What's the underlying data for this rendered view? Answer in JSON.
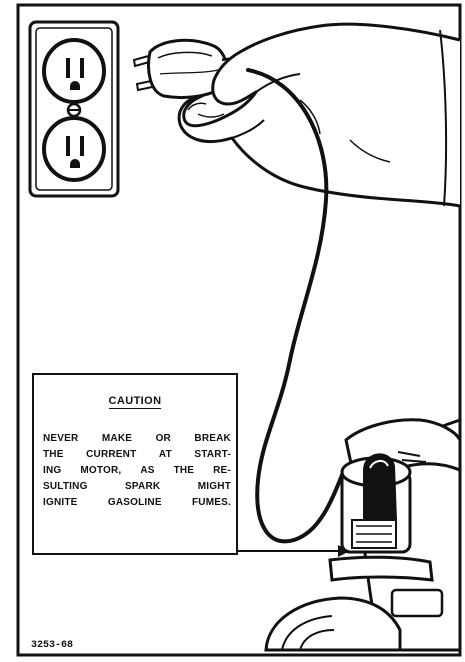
{
  "caution": {
    "title": "CAUTION",
    "lines": [
      [
        "NEVER",
        "MAKE",
        "OR",
        "BREAK"
      ],
      [
        "THE",
        "CURRENT",
        "AT",
        "START-"
      ],
      [
        "ING",
        "MOTOR,",
        "AS",
        "THE",
        "RE-"
      ],
      [
        "SULTING",
        "SPARK",
        "MIGHT"
      ],
      [
        "IGNITE",
        "GASOLINE",
        "FUMES."
      ]
    ]
  },
  "figure_code": "3253-68",
  "icons": {
    "outlet": "duplex-outlet-icon",
    "plug": "electric-plug-icon",
    "hand": "hand-holding-plug-icon",
    "cord": "power-cord-icon",
    "motor": "starting-motor-icon",
    "arrow": "pointer-arrow-icon"
  }
}
